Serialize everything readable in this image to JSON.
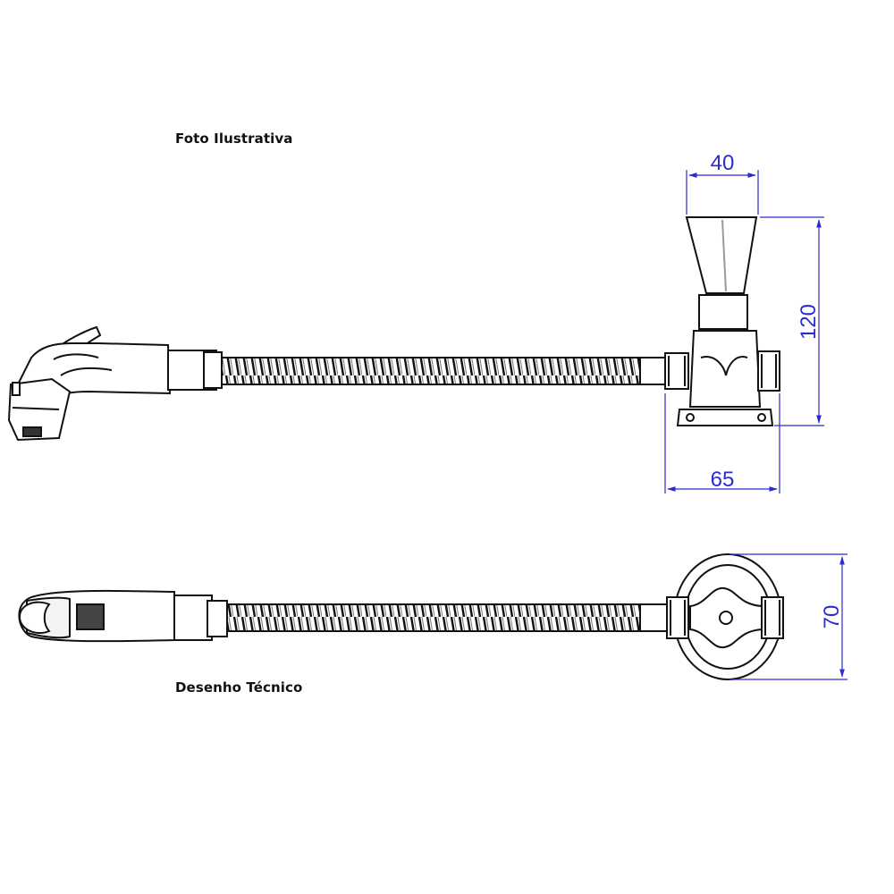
{
  "captions": {
    "photo": "Foto Ilustrativa",
    "drawing": "Desenho Técnico"
  },
  "dimensions": {
    "handle_width": "40",
    "height": "120",
    "depth": "65",
    "base_width": "70"
  },
  "colors": {
    "dimension": "#2b2bd0",
    "outline": "#111111"
  }
}
